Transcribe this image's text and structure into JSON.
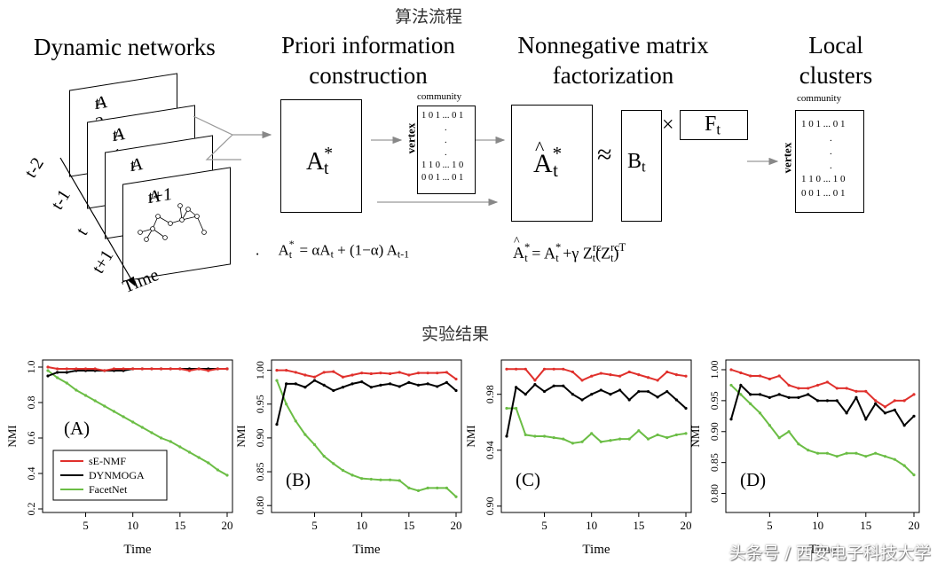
{
  "header": {
    "process_title": "算法流程",
    "results_title": "实验结果"
  },
  "stages": {
    "dynamic": "Dynamic networks",
    "priori_1": "Priori information",
    "priori_2": "construction",
    "nmf_1": "Nonnegative matrix",
    "nmf_2": "factorization",
    "local_1": "Local",
    "local_2": "clusters"
  },
  "layers": [
    "A",
    "A",
    "A",
    "A"
  ],
  "layer_subs": [
    "t-2",
    "t-1",
    "t",
    "t+1"
  ],
  "time_labels": [
    "t-2",
    "t-1",
    "t",
    "t+1"
  ],
  "time_axis_label": "Time",
  "matrix": {
    "col_label": "community",
    "row_label": "vertex",
    "row1": "1 0 1 ... 0 1",
    "dots": ".",
    "row2": "1 1 0 ... 1 0",
    "row3": "0 0 1 ... 0 1"
  },
  "symbols": {
    "approx": "≈",
    "times": "×",
    "A": "A",
    "B": "B",
    "F": "F",
    "t": "t",
    "star": "*"
  },
  "formulas": {
    "prior_lhs": "A",
    "prior_rhs": "= αA",
    "prior_mid": " + (1−α) A",
    "prior_sub_tm1": "t-1",
    "nmf_eq": "= A",
    "nmf_plus": " +γ Z",
    "nmf_rc": "rc",
    "nmf_open": "(Z",
    "nmf_close": ")",
    "nmf_T": "T",
    "dot": "."
  },
  "watermark": "头条号 / 西安电子科技大学",
  "colors": {
    "red": "#e0302c",
    "black": "#000000",
    "green": "#6bbd45"
  },
  "chart_data": [
    {
      "type": "line",
      "panel": "(A)",
      "xlabel": "Time",
      "ylabel": "NMI",
      "xlim": [
        1,
        20
      ],
      "ylim": [
        0.2,
        1.02
      ],
      "xticks": [
        5,
        10,
        15,
        20
      ],
      "yticks": [
        0.2,
        0.4,
        0.6,
        0.8,
        1.0
      ],
      "ytick_labels": [
        "0.2",
        "0.4",
        "0.6",
        "0.8",
        "1.0"
      ],
      "legend": "bottom-left",
      "x": [
        1,
        2,
        3,
        4,
        5,
        6,
        7,
        8,
        9,
        10,
        11,
        12,
        13,
        14,
        15,
        16,
        17,
        18,
        19,
        20
      ],
      "series": [
        {
          "name": "sE-NMF",
          "color": "#e0302c",
          "values": [
            1.0,
            0.99,
            0.99,
            0.99,
            0.99,
            0.99,
            0.98,
            0.99,
            0.99,
            0.99,
            0.99,
            0.99,
            0.99,
            0.99,
            0.99,
            0.98,
            0.99,
            0.98,
            0.99,
            0.99
          ]
        },
        {
          "name": "DYNMOGA",
          "color": "#000000",
          "values": [
            0.95,
            0.97,
            0.97,
            0.98,
            0.98,
            0.98,
            0.98,
            0.98,
            0.98,
            0.99,
            0.99,
            0.99,
            0.99,
            0.99,
            0.99,
            0.99,
            0.99,
            0.99,
            0.99,
            0.99
          ]
        },
        {
          "name": "FacetNet",
          "color": "#6bbd45",
          "values": [
            0.98,
            0.94,
            0.91,
            0.87,
            0.84,
            0.81,
            0.78,
            0.75,
            0.72,
            0.69,
            0.66,
            0.63,
            0.6,
            0.58,
            0.55,
            0.52,
            0.49,
            0.46,
            0.42,
            0.39
          ]
        }
      ]
    },
    {
      "type": "line",
      "panel": "(B)",
      "xlabel": "Time",
      "ylabel": "NMI",
      "xlim": [
        1,
        20
      ],
      "ylim": [
        0.795,
        1.01
      ],
      "xticks": [
        5,
        10,
        15,
        20
      ],
      "yticks": [
        0.8,
        0.85,
        0.9,
        0.95,
        1.0
      ],
      "ytick_labels": [
        "0.80",
        "0.85",
        "0.90",
        "0.95",
        "1.00"
      ],
      "x": [
        1,
        2,
        3,
        4,
        5,
        6,
        7,
        8,
        9,
        10,
        11,
        12,
        13,
        14,
        15,
        16,
        17,
        18,
        19,
        20
      ],
      "series": [
        {
          "name": "sE-NMF",
          "color": "#e0302c",
          "values": [
            1.0,
            1.0,
            0.997,
            0.993,
            0.99,
            0.997,
            0.998,
            0.99,
            0.993,
            0.996,
            0.995,
            0.996,
            0.995,
            0.997,
            0.993,
            0.996,
            0.996,
            0.996,
            0.997,
            0.987
          ]
        },
        {
          "name": "DYNMOGA",
          "color": "#000000",
          "values": [
            0.92,
            0.98,
            0.98,
            0.975,
            0.985,
            0.978,
            0.97,
            0.975,
            0.98,
            0.983,
            0.975,
            0.978,
            0.98,
            0.976,
            0.982,
            0.978,
            0.98,
            0.976,
            0.982,
            0.97
          ]
        },
        {
          "name": "FacetNet",
          "color": "#6bbd45",
          "values": [
            0.985,
            0.95,
            0.925,
            0.905,
            0.89,
            0.873,
            0.862,
            0.852,
            0.845,
            0.84,
            0.839,
            0.838,
            0.838,
            0.837,
            0.826,
            0.822,
            0.826,
            0.826,
            0.826,
            0.813
          ]
        }
      ]
    },
    {
      "type": "line",
      "panel": "(C)",
      "xlabel": "Time",
      "ylabel": "NMI",
      "xlim": [
        1,
        20
      ],
      "ylim": [
        0.898,
        1.002
      ],
      "xticks": [
        5,
        10,
        15,
        20
      ],
      "yticks": [
        0.9,
        0.94,
        0.98
      ],
      "ytick_labels": [
        "0.90",
        "0.94",
        "0.98"
      ],
      "x": [
        1,
        2,
        3,
        4,
        5,
        6,
        7,
        8,
        9,
        10,
        11,
        12,
        13,
        14,
        15,
        16,
        17,
        18,
        19,
        20
      ],
      "series": [
        {
          "name": "sE-NMF",
          "color": "#e0302c",
          "values": [
            0.998,
            0.998,
            0.998,
            0.99,
            0.998,
            0.998,
            0.998,
            0.996,
            0.99,
            0.993,
            0.995,
            0.994,
            0.993,
            0.996,
            0.994,
            0.992,
            0.99,
            0.996,
            0.994,
            0.993
          ]
        },
        {
          "name": "DYNMOGA",
          "color": "#000000",
          "values": [
            0.95,
            0.985,
            0.98,
            0.987,
            0.982,
            0.986,
            0.986,
            0.98,
            0.976,
            0.98,
            0.983,
            0.98,
            0.983,
            0.976,
            0.982,
            0.982,
            0.978,
            0.982,
            0.976,
            0.97
          ]
        },
        {
          "name": "FacetNet",
          "color": "#6bbd45",
          "values": [
            0.97,
            0.97,
            0.951,
            0.95,
            0.95,
            0.949,
            0.948,
            0.945,
            0.946,
            0.952,
            0.946,
            0.947,
            0.948,
            0.948,
            0.954,
            0.948,
            0.951,
            0.949,
            0.951,
            0.952
          ]
        }
      ]
    },
    {
      "type": "line",
      "panel": "(D)",
      "xlabel": "Time",
      "ylabel": "NMI",
      "xlim": [
        1,
        20
      ],
      "ylim": [
        0.775,
        1.01
      ],
      "xticks": [
        5,
        10,
        15,
        20
      ],
      "yticks": [
        0.8,
        0.85,
        0.9,
        0.95,
        1.0
      ],
      "ytick_labels": [
        "0.80",
        "0.85",
        "0.90",
        "0.95",
        "1.00"
      ],
      "x": [
        1,
        2,
        3,
        4,
        5,
        6,
        7,
        8,
        9,
        10,
        11,
        12,
        13,
        14,
        15,
        16,
        17,
        18,
        19,
        20
      ],
      "series": [
        {
          "name": "sE-NMF",
          "color": "#e0302c",
          "values": [
            1.0,
            0.995,
            0.99,
            0.99,
            0.985,
            0.99,
            0.975,
            0.97,
            0.97,
            0.975,
            0.98,
            0.97,
            0.97,
            0.965,
            0.965,
            0.95,
            0.94,
            0.95,
            0.95,
            0.96
          ]
        },
        {
          "name": "DYNMOGA",
          "color": "#000000",
          "values": [
            0.92,
            0.975,
            0.96,
            0.96,
            0.955,
            0.96,
            0.955,
            0.955,
            0.96,
            0.95,
            0.95,
            0.95,
            0.93,
            0.955,
            0.92,
            0.945,
            0.93,
            0.935,
            0.91,
            0.925
          ]
        },
        {
          "name": "FacetNet",
          "color": "#6bbd45",
          "values": [
            0.975,
            0.96,
            0.945,
            0.93,
            0.91,
            0.89,
            0.9,
            0.88,
            0.87,
            0.865,
            0.865,
            0.86,
            0.865,
            0.865,
            0.86,
            0.865,
            0.86,
            0.855,
            0.845,
            0.83
          ]
        }
      ]
    }
  ]
}
